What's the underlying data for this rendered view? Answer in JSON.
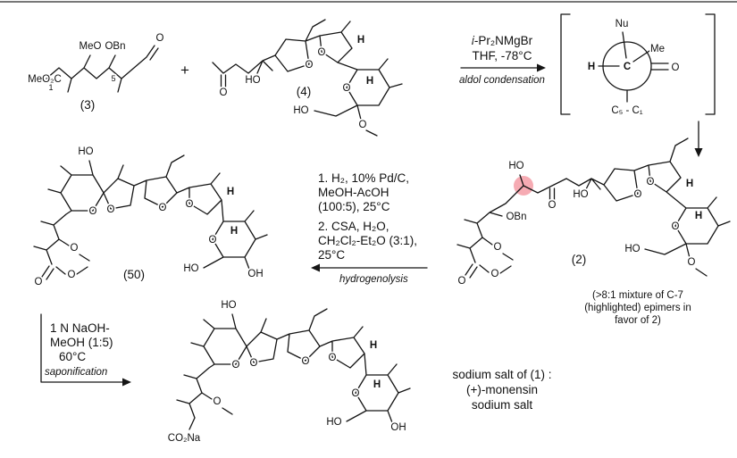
{
  "atoms": {
    "o": "O",
    "h": "H",
    "ho": "HO",
    "oh": "OH",
    "meo": "MeO",
    "obn": "OBn",
    "nu": "Nu",
    "me": "Me",
    "c": "C",
    "plus": "+"
  },
  "compound3": {
    "id": "(3)",
    "ester": "MeO₂C",
    "num1": "1",
    "num5": "5"
  },
  "compound4": {
    "id": "(4)"
  },
  "aldol": {
    "reagent_i": "i",
    "reagent": "-Pr₂NMgBr",
    "solvent": "THF, -78°C",
    "caption": "aldol condensation"
  },
  "newman": {
    "backbone": "C₅ - C₁"
  },
  "compound2": {
    "id": "(2)",
    "note1": "(>8:1 mixture of C-7",
    "note2": "(highlighted) epimers in",
    "note3": "favor of 2)"
  },
  "hydrogenolysis": {
    "l1": "1. H₂, 10% Pd/C,",
    "l2": "MeOH-AcOH",
    "l3": "(100:5), 25°C",
    "l4": "2. CSA, H₂O,",
    "l5": "CH₂Cl₂-Et₂O (3:1),",
    "l6": "25°C",
    "caption": "hydrogenolysis"
  },
  "compound50": {
    "id": "(50)"
  },
  "saponification": {
    "l1": "1 N NaOH-",
    "l2": "MeOH (1:5)",
    "l3": "60°C",
    "caption": "saponification"
  },
  "product": {
    "carboxylate": "CO₂Na",
    "caption1": "sodium salt of (1) :",
    "caption2": "(+)-monensin",
    "caption3": "sodium salt"
  },
  "highlight": {
    "color": "#f49ca6"
  }
}
